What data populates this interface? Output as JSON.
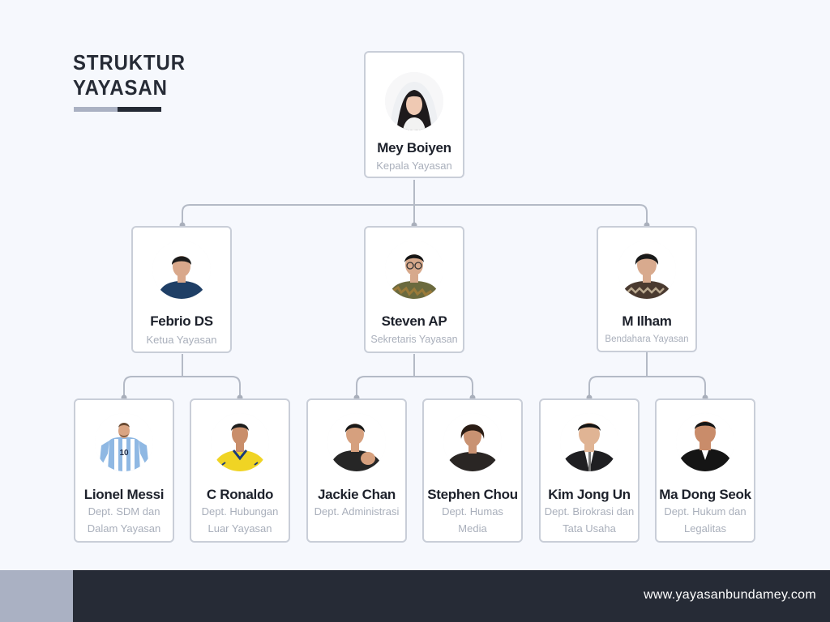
{
  "header": {
    "title_line1": "STRUKTUR",
    "title_line2": "YAYASAN"
  },
  "org": {
    "head": {
      "name": "Mey Boiyen",
      "role": "Kepala Yayasan"
    },
    "level2": [
      {
        "name": "Febrio DS",
        "role": "Ketua Yayasan"
      },
      {
        "name": "Steven AP",
        "role": "Sekretaris Yayasan"
      },
      {
        "name": "M Ilham",
        "role": "Bendahara Yayasan"
      }
    ],
    "level3": [
      {
        "name": "Lionel Messi",
        "role": "Dept. SDM dan Dalam Yayasan"
      },
      {
        "name": "C Ronaldo",
        "role": "Dept. Hubungan Luar Yayasan"
      },
      {
        "name": "Jackie Chan",
        "role": "Dept. Administrasi"
      },
      {
        "name": "Stephen Chou",
        "role": "Dept. Humas Media"
      },
      {
        "name": "Kim Jong Un",
        "role": "Dept. Birokrasi dan Tata Usaha"
      },
      {
        "name": "Ma Dong Seok",
        "role": "Dept. Hukum dan Legalitas"
      }
    ]
  },
  "footer": {
    "url": "www.yayasanbundamey.com"
  },
  "colors": {
    "background": "#f6f8fd",
    "dark": "#262b36",
    "accent_gray": "#aab1c3",
    "connector": "#b4bac6"
  }
}
